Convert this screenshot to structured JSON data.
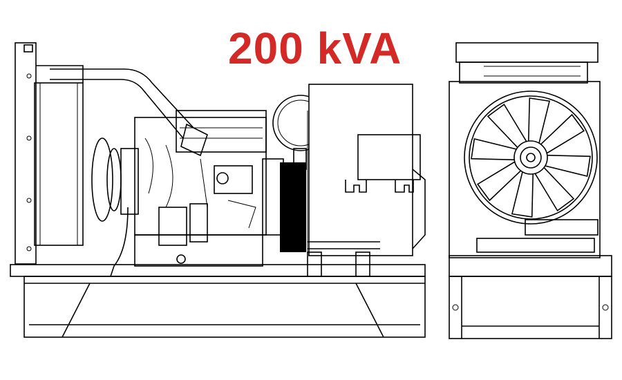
{
  "title": {
    "rating_label": "200 kVA",
    "color": "#d42a27"
  },
  "drawing": {
    "views": [
      "side-view",
      "front-view"
    ]
  }
}
